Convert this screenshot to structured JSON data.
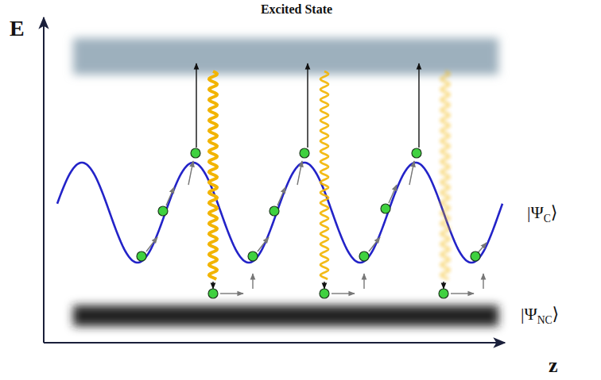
{
  "diagram": {
    "labels": [
      "E",
      "Excited State",
      "|ΨC⟩",
      "|ΨNC⟩",
      "z"
    ]
  }
}
